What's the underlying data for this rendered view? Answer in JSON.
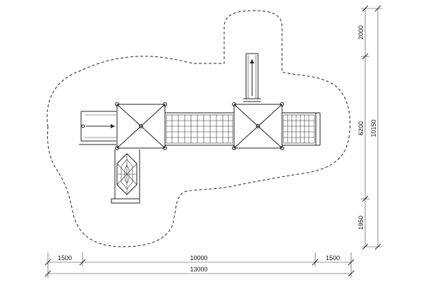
{
  "dimensions": {
    "bottom_segments": [
      "1500",
      "10000",
      "1500"
    ],
    "bottom_total": "13000",
    "right_segments": [
      "2000",
      "6200",
      "1950"
    ],
    "right_total": "10150"
  }
}
